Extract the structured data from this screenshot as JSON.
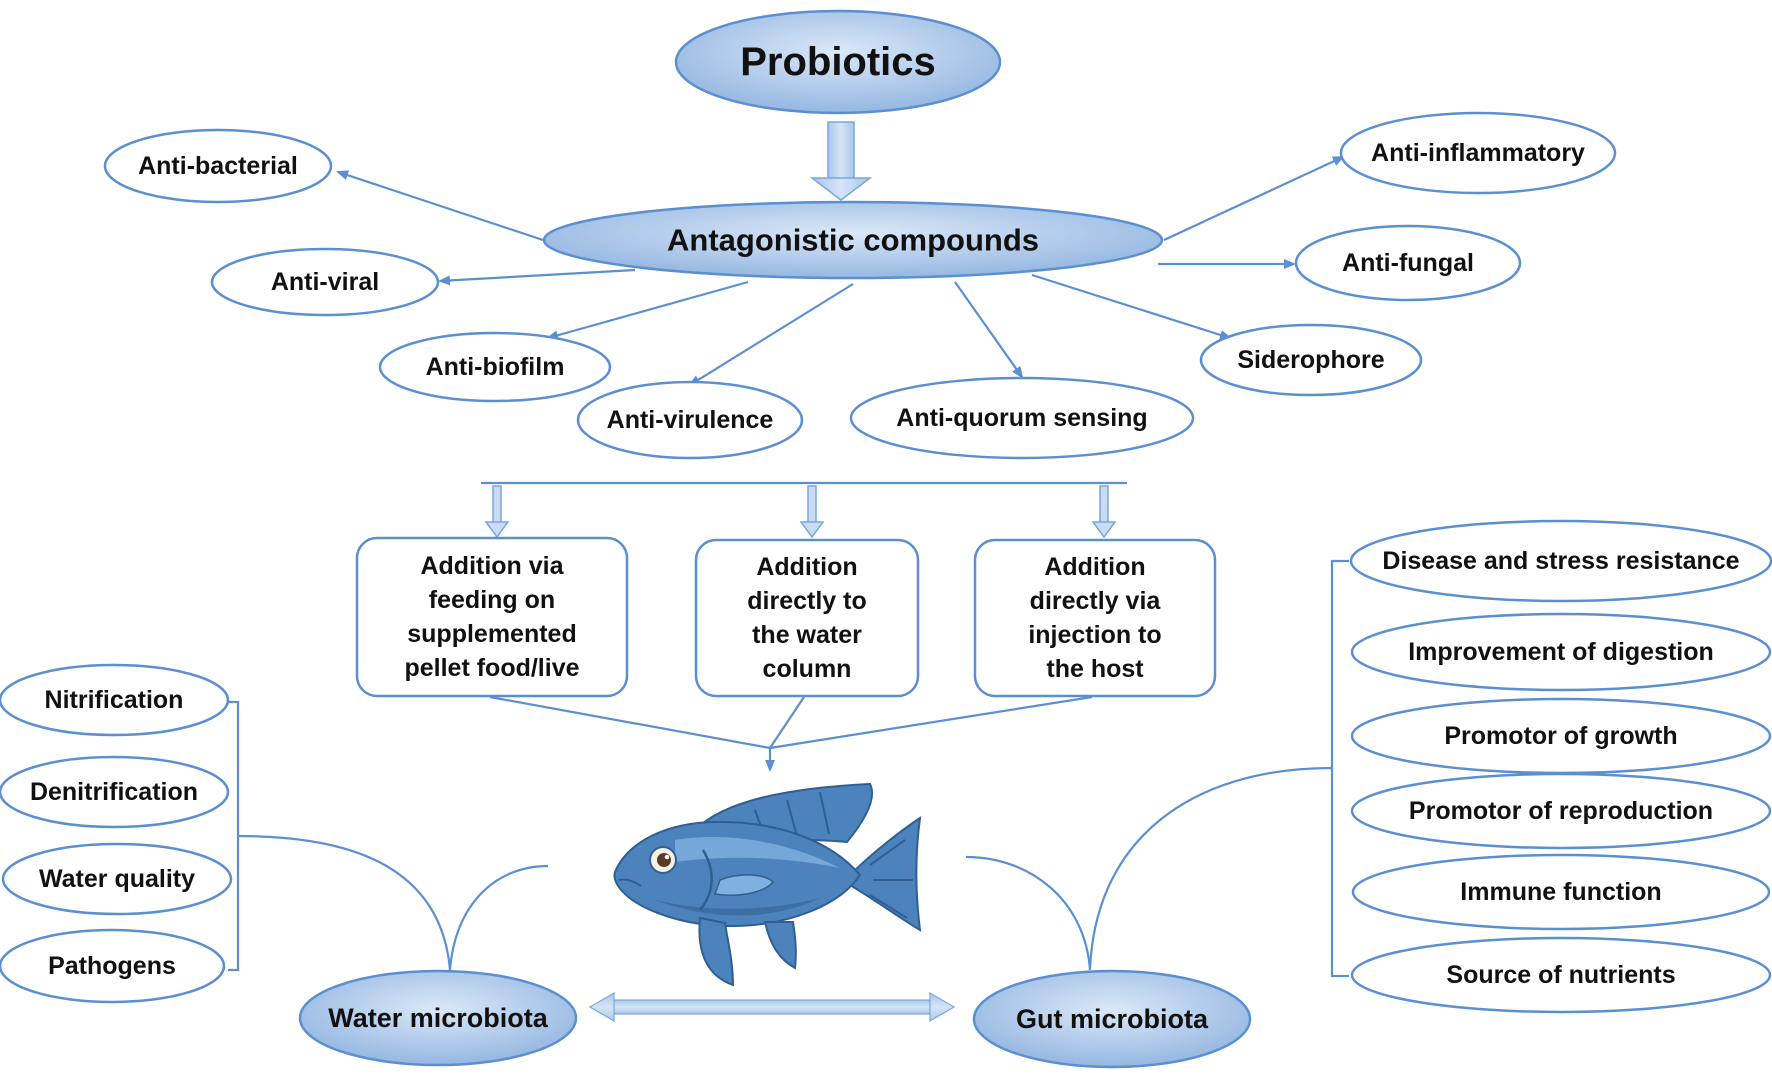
{
  "colors": {
    "line": "#5b8fd0",
    "outline": "#5b8fd0",
    "fill_light": "#c9dcf3",
    "fill_mid": "#9fc0e8",
    "fish_dark": "#2f5f92",
    "fish_mid": "#4c83bd",
    "fish_light": "#7fb0df"
  },
  "title": "Probiotics",
  "hub": "Antagonistic compounds",
  "compounds": [
    "Anti-bacterial",
    "Anti-viral",
    "Anti-biofilm",
    "Anti-virulence",
    "Anti-quorum sensing",
    "Siderophore",
    "Anti-fungal",
    "Anti-inflammatory"
  ],
  "methods": [
    [
      "Addition via",
      "feeding on",
      "supplemented",
      "pellet food/live"
    ],
    [
      "Addition",
      "directly to",
      "the water",
      "column"
    ],
    [
      "Addition",
      "directly via",
      "injection to",
      "the host"
    ]
  ],
  "water_effects": [
    "Nitrification",
    "Denitrification",
    "Water quality",
    "Pathogens"
  ],
  "gut_effects": [
    "Disease and stress resistance",
    "Improvement of digestion",
    "Promotor of growth",
    "Promotor of reproduction",
    "Immune function",
    "Source of nutrients"
  ],
  "water_microbiota": "Water microbiota",
  "gut_microbiota": "Gut microbiota",
  "fish_icon": "fish-icon"
}
